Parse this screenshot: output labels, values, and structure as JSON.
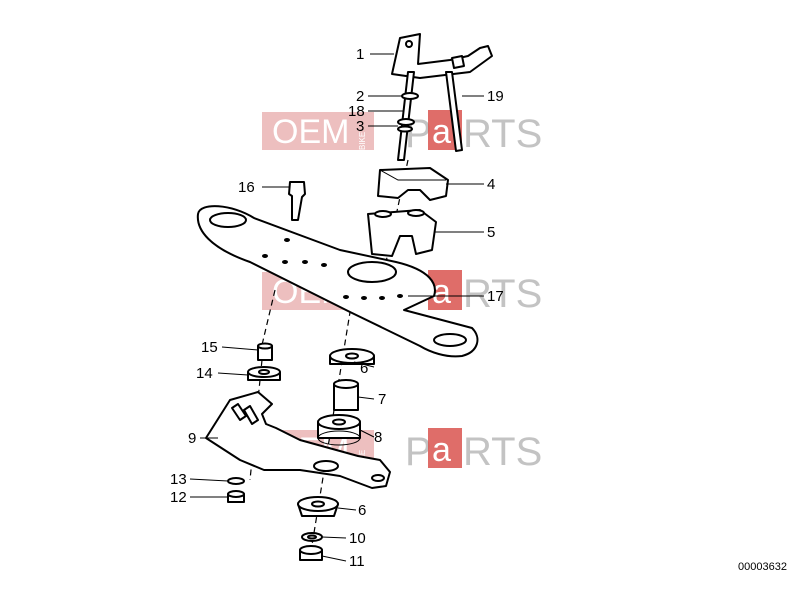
{
  "watermark": {
    "brand_left": "OEM",
    "bike": "BIKE",
    "brand_p": "P",
    "brand_a": "a",
    "brand_rest": "RTS"
  },
  "diagram_code": "00003632",
  "callouts": [
    "1",
    "2",
    "18",
    "3",
    "19",
    "4",
    "16",
    "5",
    "17",
    "15",
    "6",
    "14",
    "7",
    "9",
    "8",
    "13",
    "12",
    "6",
    "10",
    "11"
  ]
}
